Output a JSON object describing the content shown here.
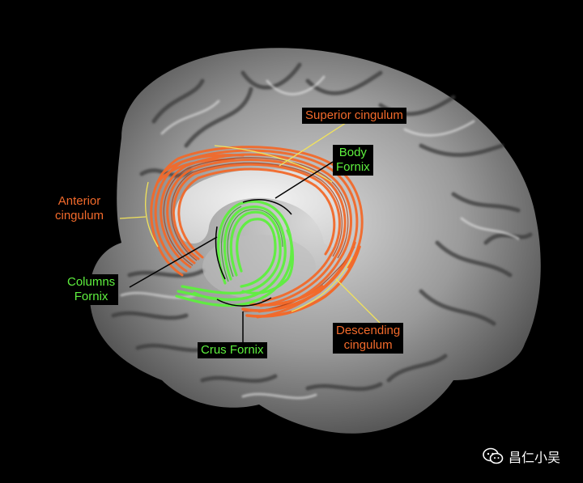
{
  "labels": {
    "superior_cingulum": "Superior cingulum",
    "body_fornix": [
      "Body",
      "Fornix"
    ],
    "anterior_cingulum": [
      "Anterior",
      "cingulum"
    ],
    "columns_fornix": [
      "Columns",
      "Fornix"
    ],
    "crus_fornix": "Crus Fornix",
    "descending_cingulum": [
      "Descending",
      "cingulum"
    ]
  },
  "watermark": {
    "text": "昌仁小吴",
    "icon": "wechat-icon"
  },
  "colors": {
    "cingulum": "#f26a2b",
    "fornix": "#5ef03e",
    "pointer_yellow": "#f2e35a",
    "pointer_black": "#000000",
    "background": "#000000"
  }
}
